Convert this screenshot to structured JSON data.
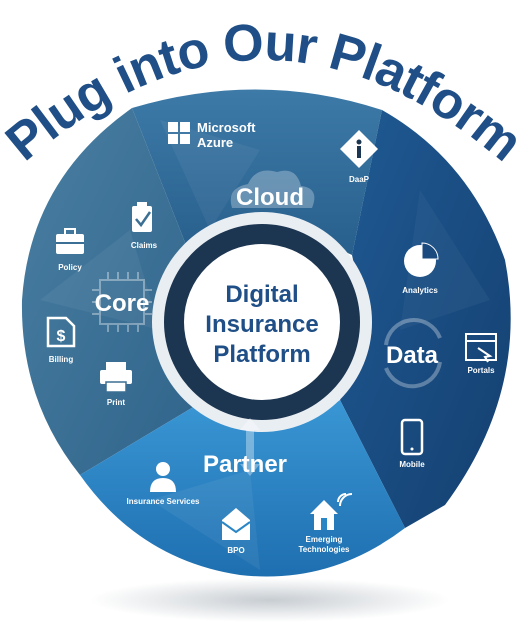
{
  "title": "Plug into Our Platform",
  "center": {
    "line1": "Digital",
    "line2": "Insurance",
    "line3": "Platform"
  },
  "segments": {
    "cloud": {
      "label": "Cloud",
      "items": [
        "Microsoft",
        "Azure",
        "DaaP"
      ]
    },
    "core": {
      "label": "Core",
      "items": [
        "Policy",
        "Claims",
        "Billing",
        "Print"
      ]
    },
    "data": {
      "label": "Data",
      "items": [
        "Analytics",
        "Portals",
        "Mobile"
      ]
    },
    "partner": {
      "label": "Partner",
      "items": [
        "Insurance Services",
        "BPO",
        "Emerging",
        "Technologies"
      ]
    }
  },
  "icons": {
    "windows": "windows-logo-icon",
    "daap": "diamond-info-icon",
    "cloud": "cloud-icon",
    "policy": "briefcase-icon",
    "claims": "clipboard-check-icon",
    "billing": "dollar-document-icon",
    "print": "printer-icon",
    "chip": "chip-icon",
    "analytics": "pie-chart-icon",
    "portals": "browser-window-icon",
    "mobile": "smartphone-icon",
    "refresh": "refresh-arrows-icon",
    "insurance": "person-icon",
    "bpo": "envelope-icon",
    "emerging": "house-wifi-icon",
    "arrows": "up-down-arrows-icon"
  },
  "colors": {
    "title": "#1f4f86",
    "cloud": "#2f6b9a",
    "core": "#3b6f93",
    "data": "#1a4a7e",
    "partner": "#2b86c6",
    "center_ring": "#1c3550",
    "center_fill": "#ffffff",
    "center_text": "#1f4f86"
  }
}
